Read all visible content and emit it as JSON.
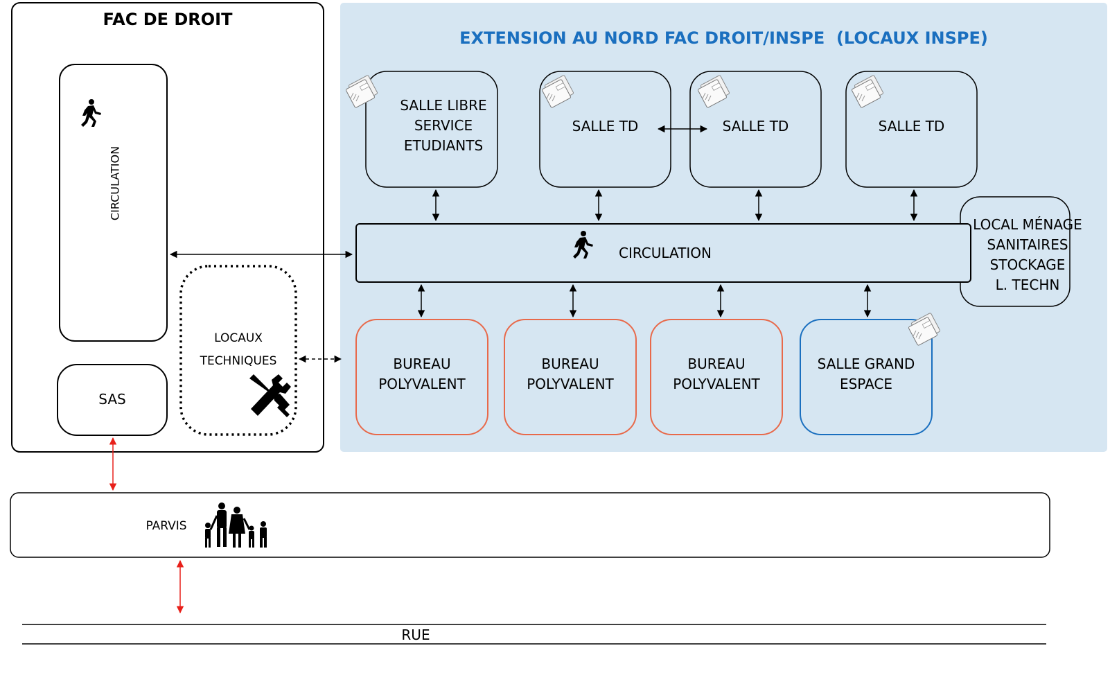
{
  "fac_droit": {
    "title": "FAC DE DROIT",
    "circulation_label": "CIRCULATION",
    "sas_label": "SAS",
    "locaux_techniques": [
      "LOCAUX",
      "TECHNIQUES"
    ]
  },
  "extension": {
    "title": "EXTENSION AU NORD FAC DROIT/INSPE  (LOCAUX INSPE)",
    "title_color": "#1a6fbf",
    "background_color": "#d6e6f2",
    "rooms_top": [
      {
        "lines": [
          "SALLE LIBRE",
          "SERVICE",
          "ETUDIANTS"
        ]
      },
      {
        "lines": [
          "SALLE TD"
        ]
      },
      {
        "lines": [
          "SALLE TD"
        ]
      },
      {
        "lines": [
          "SALLE TD"
        ]
      }
    ],
    "circulation_label": "CIRCULATION",
    "local_menage": [
      "LOCAL MÉNAGE",
      "SANITAIRES",
      "STOCKAGE",
      "L. TECHN"
    ],
    "rooms_bottom": [
      {
        "lines": [
          "BUREAU",
          "POLYVALENT"
        ],
        "border_color": "#e8694a"
      },
      {
        "lines": [
          "BUREAU",
          "POLYVALENT"
        ],
        "border_color": "#e8694a"
      },
      {
        "lines": [
          "BUREAU",
          "POLYVALENT"
        ],
        "border_color": "#e8694a"
      },
      {
        "lines": [
          "SALLE GRAND",
          "ESPACE"
        ],
        "border_color": "#1a6fbf"
      }
    ]
  },
  "parvis_label": "PARVIS",
  "rue_label": "RUE",
  "arrow_red_color": "#e8201a",
  "icons": [
    "walking-person-icon",
    "notebook-icon",
    "tools-icon",
    "family-icon"
  ]
}
